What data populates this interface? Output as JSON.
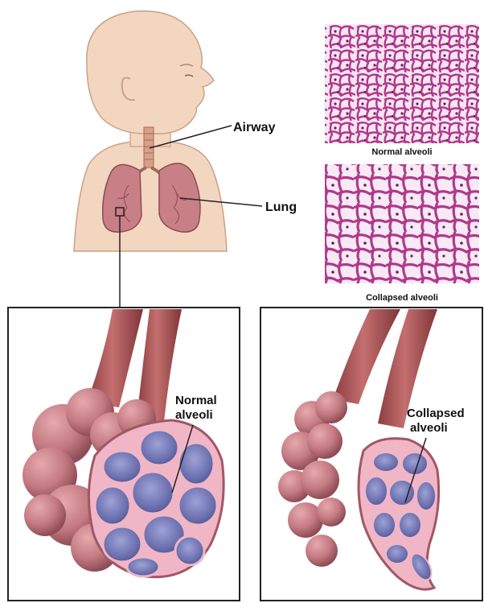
{
  "labels": {
    "airway": "Airway",
    "lung": "Lung",
    "micro_normal": "Normal alveoli",
    "micro_collapsed": "Collapsed alveoli",
    "normal_line1": "Normal",
    "normal_line2": "alveoli",
    "collapsed_line1": "Collapsed",
    "collapsed_line2": "alveoli"
  },
  "colors": {
    "skin": "#f3d6c0",
    "skin_outline": "#c9a186",
    "lung_tissue": "#c97f86",
    "bronchus": "#b05a5a",
    "alveoli_interior": "#6f74b4",
    "alveoli_wall": "#f0b6c6",
    "histology_stain": "#b0398c"
  }
}
